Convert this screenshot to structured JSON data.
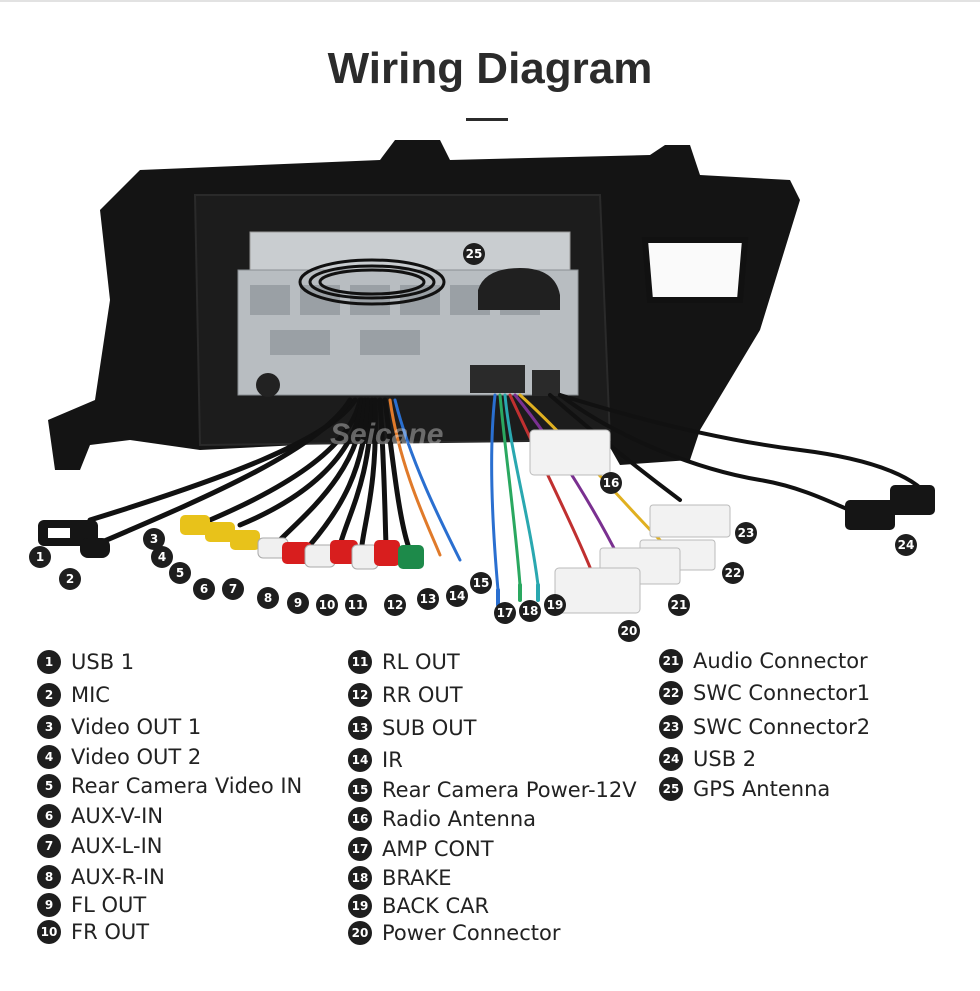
{
  "title": "Wiring Diagram",
  "watermark": "Seicane",
  "callouts": [
    {
      "num": "1"
    },
    {
      "num": "2"
    },
    {
      "num": "3"
    },
    {
      "num": "4"
    },
    {
      "num": "5"
    },
    {
      "num": "6"
    },
    {
      "num": "7"
    },
    {
      "num": "8"
    },
    {
      "num": "9"
    },
    {
      "num": "10"
    },
    {
      "num": "11"
    },
    {
      "num": "12"
    },
    {
      "num": "13"
    },
    {
      "num": "14"
    },
    {
      "num": "15"
    },
    {
      "num": "16"
    },
    {
      "num": "17"
    },
    {
      "num": "18"
    },
    {
      "num": "19"
    },
    {
      "num": "20"
    },
    {
      "num": "21"
    },
    {
      "num": "22"
    },
    {
      "num": "23"
    },
    {
      "num": "24"
    },
    {
      "num": "25"
    }
  ],
  "legend": {
    "col1": [
      {
        "num": "1",
        "label": "USB 1"
      },
      {
        "num": "2",
        "label": "MIC"
      },
      {
        "num": "3",
        "label": "Video OUT 1"
      },
      {
        "num": "4",
        "label": "Video OUT 2"
      },
      {
        "num": "5",
        "label": "Rear Camera Video IN"
      },
      {
        "num": "6",
        "label": "AUX-V-IN"
      },
      {
        "num": "7",
        "label": "AUX-L-IN"
      },
      {
        "num": "8",
        "label": "AUX-R-IN"
      },
      {
        "num": "9",
        "label": "FL OUT"
      },
      {
        "num": "10",
        "label": "FR OUT"
      }
    ],
    "col2": [
      {
        "num": "11",
        "label": "RL OUT"
      },
      {
        "num": "12",
        "label": "RR OUT"
      },
      {
        "num": "13",
        "label": "SUB OUT"
      },
      {
        "num": "14",
        "label": "IR"
      },
      {
        "num": "15",
        "label": "Rear Camera Power-12V"
      },
      {
        "num": "16",
        "label": "Radio Antenna"
      },
      {
        "num": "17",
        "label": "AMP CONT"
      },
      {
        "num": "18",
        "label": "BRAKE"
      },
      {
        "num": "19",
        "label": "BACK CAR"
      },
      {
        "num": "20",
        "label": "Power Connector"
      }
    ],
    "col3": [
      {
        "num": "21",
        "label": "Audio Connector"
      },
      {
        "num": "22",
        "label": "SWC Connector1"
      },
      {
        "num": "23",
        "label": "SWC Connector2"
      },
      {
        "num": "24",
        "label": "USB 2"
      },
      {
        "num": "25",
        "label": "GPS Antenna"
      }
    ]
  }
}
